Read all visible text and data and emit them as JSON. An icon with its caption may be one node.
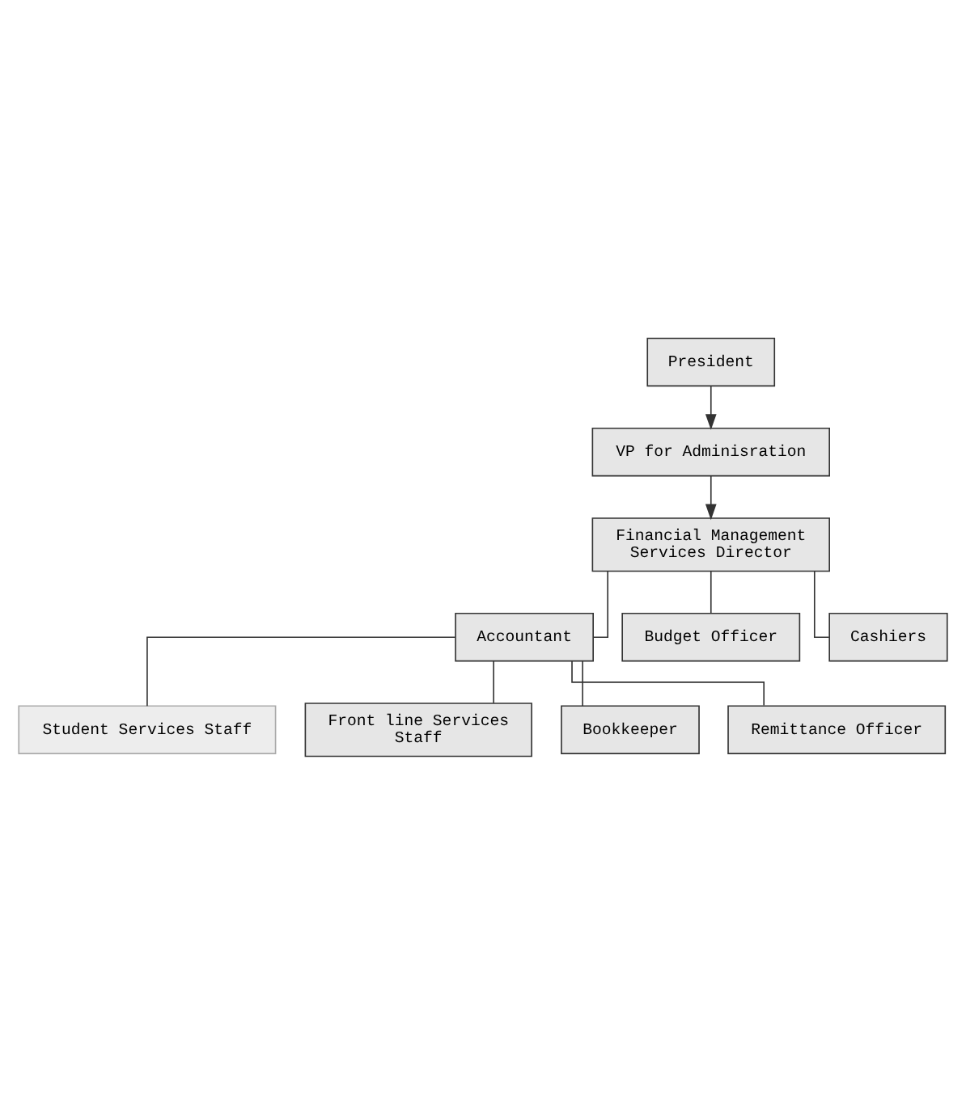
{
  "diagram": {
    "nodes": [
      {
        "text": [
          "President"
        ]
      },
      {
        "text": [
          "VP for Adminisration"
        ]
      },
      {
        "text": [
          "Financial Management Services Director"
        ]
      },
      {
        "text": [
          "Accountant"
        ]
      },
      {
        "text": [
          "Budget Officer"
        ]
      },
      {
        "text": [
          "Cashiers"
        ]
      },
      {
        "text": [
          "Student Services Staff"
        ]
      },
      {
        "text": [
          "Front line Services Staff"
        ]
      },
      {
        "text": [
          "Bookkeeper"
        ]
      },
      {
        "text": [
          "Remittance Officer"
        ]
      }
    ],
    "edges": [
      {
        "from": 0,
        "to": 1,
        "arrow": "to"
      },
      {
        "from": 1,
        "to": 2,
        "arrow": "to"
      },
      {
        "from": 2,
        "to": 3,
        "arrow": "none"
      },
      {
        "from": 2,
        "to": 4,
        "arrow": "none"
      },
      {
        "from": 2,
        "to": 5,
        "arrow": "none"
      },
      {
        "from": 3,
        "to": 6,
        "arrow": "none"
      },
      {
        "from": 3,
        "to": 7,
        "arrow": "none"
      },
      {
        "from": 3,
        "to": 8,
        "arrow": "none"
      },
      {
        "from": 3,
        "to": 9,
        "arrow": "none"
      }
    ]
  }
}
